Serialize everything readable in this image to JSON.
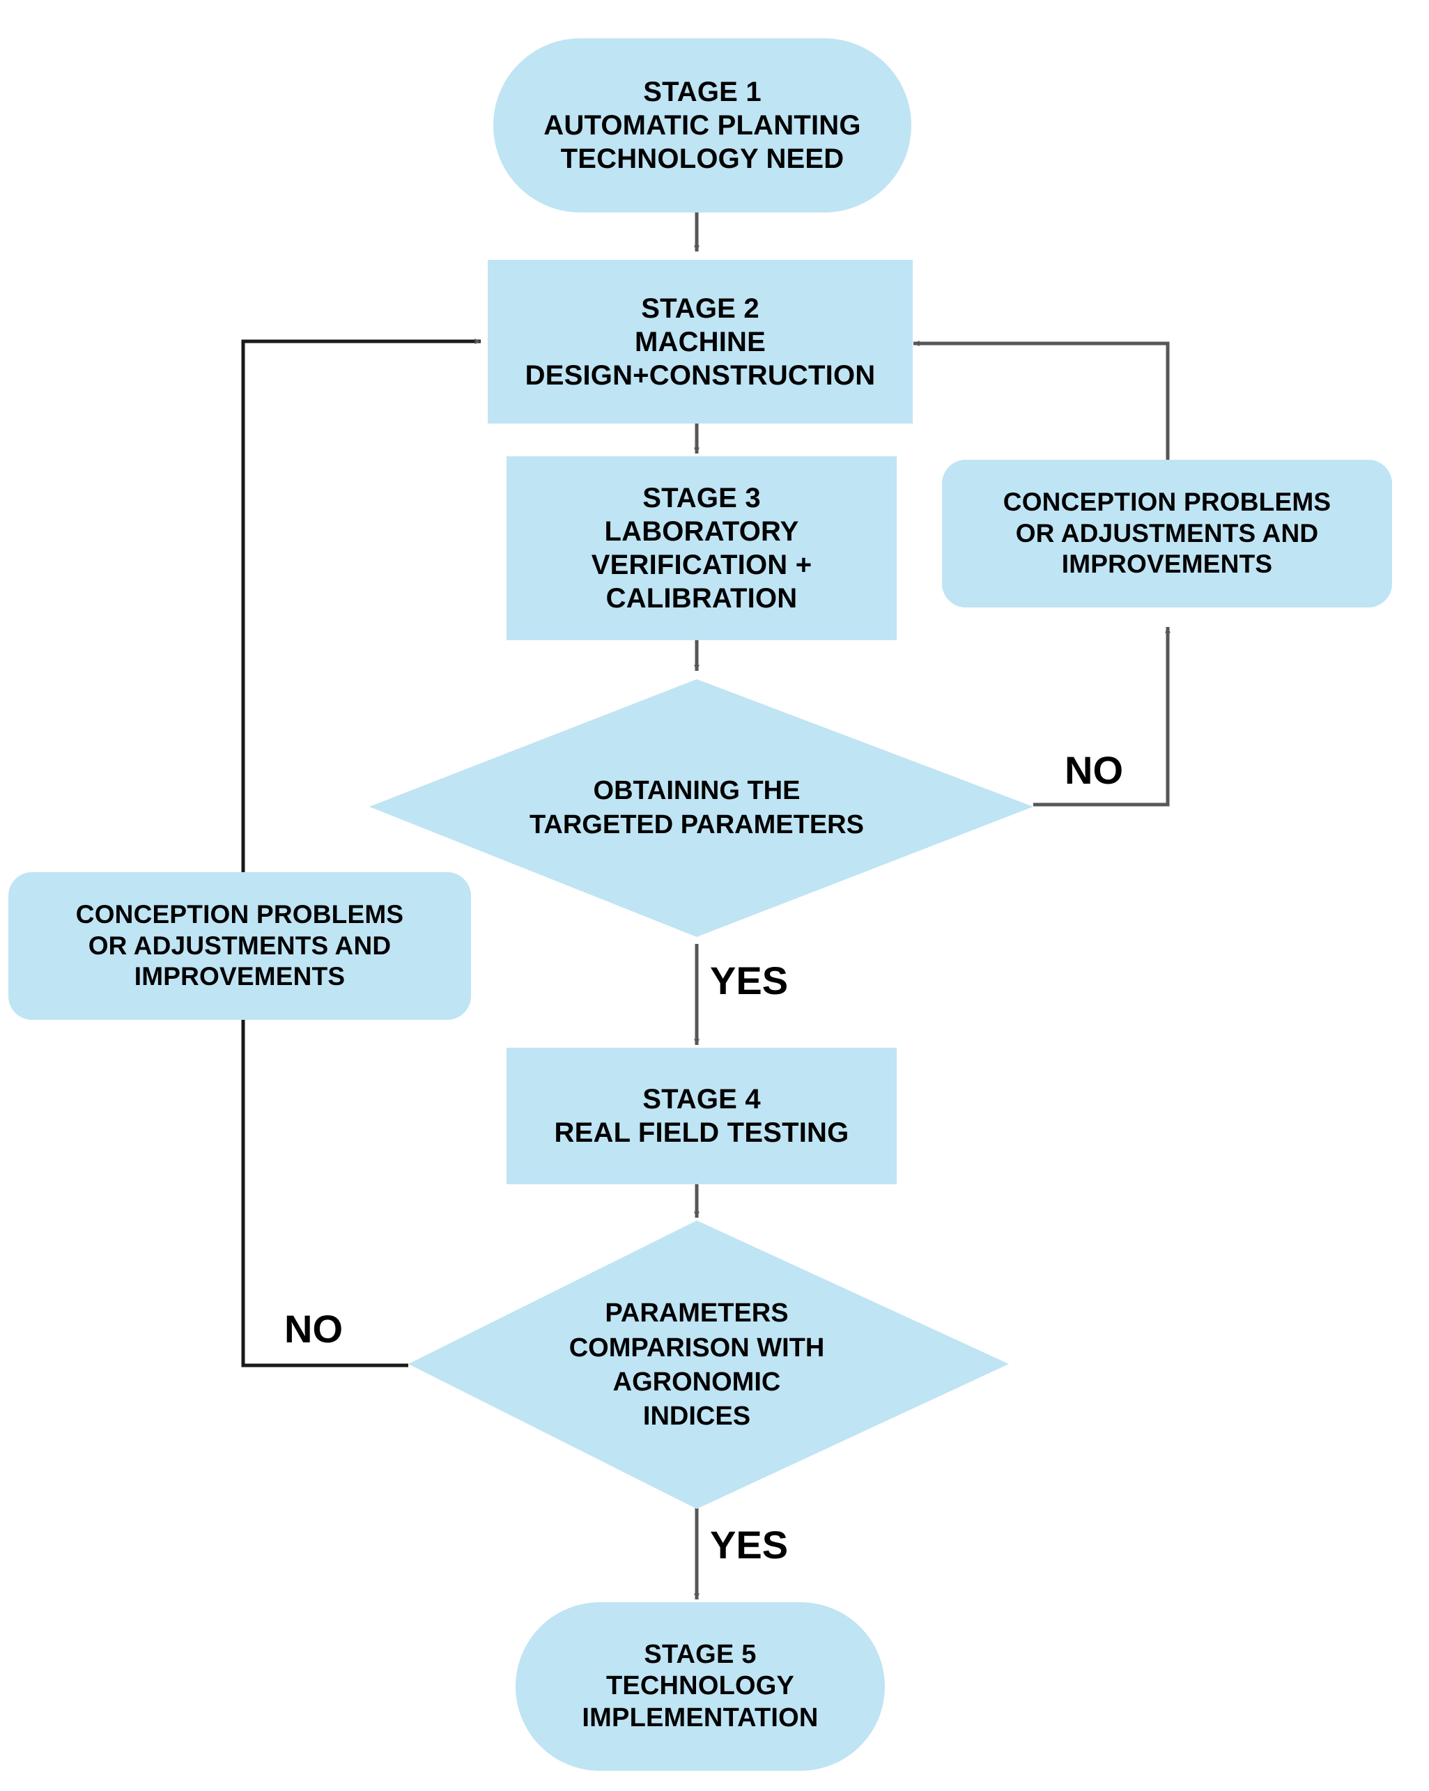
{
  "diagram": {
    "title": "Automatic planting technology development flowchart",
    "colors": {
      "node_fill": "#bfe4f4",
      "connector_dark": "#575757",
      "connector_black": "#1a1a1a",
      "text": "#000000",
      "background": "#ffffff"
    }
  },
  "nodes": {
    "stage1": {
      "shape": "terminator",
      "lines": [
        "STAGE 1",
        "AUTOMATIC PLANTING",
        "TECHNOLOGY NEED"
      ]
    },
    "stage2": {
      "shape": "process",
      "lines": [
        "STAGE 2",
        "MACHINE",
        "DESIGN+CONSTRUCTION"
      ]
    },
    "stage3": {
      "shape": "process",
      "lines": [
        "STAGE 3",
        "LABORATORY",
        "VERIFICATION +",
        "CALIBRATION"
      ]
    },
    "decision1": {
      "shape": "decision",
      "lines": [
        "OBTAINING THE",
        "TARGETED PARAMETERS"
      ]
    },
    "conception_right": {
      "shape": "rounded-process",
      "lines": [
        "CONCEPTION PROBLEMS",
        "OR ADJUSTMENTS AND",
        "IMPROVEMENTS"
      ]
    },
    "conception_left": {
      "shape": "rounded-process",
      "lines": [
        "CONCEPTION PROBLEMS",
        "OR ADJUSTMENTS AND",
        "IMPROVEMENTS"
      ]
    },
    "stage4": {
      "shape": "process",
      "lines": [
        "STAGE 4",
        "REAL FIELD TESTING"
      ]
    },
    "decision2": {
      "shape": "decision",
      "lines": [
        "PARAMETERS",
        "COMPARISON WITH",
        "AGRONOMIC",
        "INDICES"
      ]
    },
    "stage5": {
      "shape": "terminator",
      "lines": [
        "STAGE 5",
        "TECHNOLOGY",
        "IMPLEMENTATION"
      ]
    }
  },
  "edge_labels": {
    "decision1_no": "NO",
    "decision1_yes": "YES",
    "decision2_no": "NO",
    "decision2_yes": "YES"
  }
}
